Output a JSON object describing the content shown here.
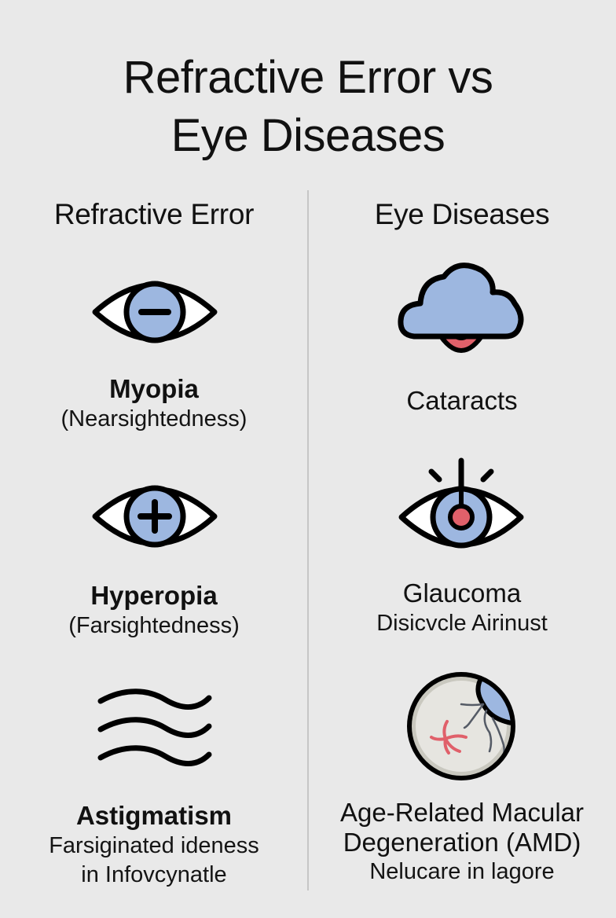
{
  "title": {
    "line1": "Refractive Error vs",
    "line2": "Eye Diseases"
  },
  "colors": {
    "background": "#e9e9e9",
    "iris_blue": "#9db7e0",
    "red_accent": "#e0606a",
    "outline": "#000000",
    "divider": "#c6c6c6",
    "retina_grey": "#c9c8bf",
    "retina_inner": "#e6e5e0"
  },
  "columns": {
    "left": {
      "heading": "Refractive Error",
      "items": [
        {
          "name": "Myopia",
          "sub": "(Nearsightedness)",
          "icon": "eye-minus-icon"
        },
        {
          "name": "Hyperopia",
          "sub": "(Farsightedness)",
          "icon": "eye-plus-icon"
        },
        {
          "name": "Astigmatism",
          "sub": "Farsiginated ideness",
          "sub2": "in Infovcynatle",
          "icon": "wavy-lines-icon"
        }
      ]
    },
    "right": {
      "heading": "Eye Diseases",
      "items": [
        {
          "name": "Cataracts",
          "icon": "cloudy-lens-icon"
        },
        {
          "name": "Glaucoma",
          "sub": "Disicvcle Airinust",
          "icon": "eye-pressure-icon"
        },
        {
          "name": "Age-Related Macular",
          "name2": "Degeneration (AMD)",
          "sub": "Nelucare in lagore",
          "icon": "damaged-retina-icon"
        }
      ]
    }
  }
}
